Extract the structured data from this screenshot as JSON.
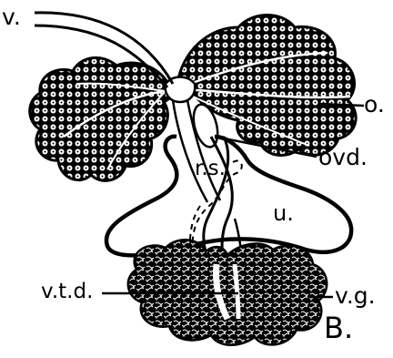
{
  "figure": {
    "panel_letter": "B.",
    "labels": {
      "v": "v.",
      "o": "o.",
      "ovd": "ovd.",
      "rs": "r.s.",
      "u": "u.",
      "vtd": "v.t.d.",
      "vg": "v.g."
    }
  },
  "colors": {
    "ink": "#000000",
    "paper": "#ffffff"
  }
}
